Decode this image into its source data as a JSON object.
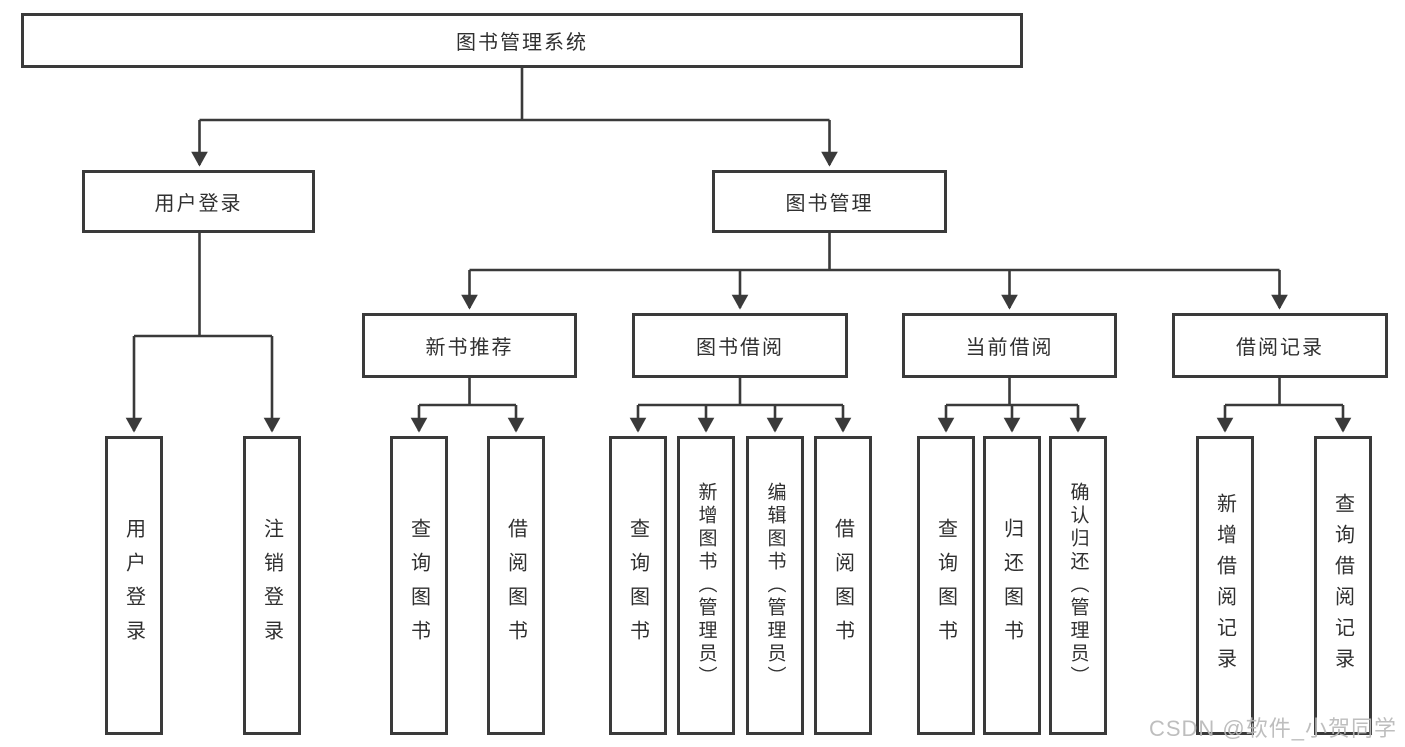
{
  "diagram": {
    "type": "hierarchy-tree",
    "orientation": "top-down",
    "levels": 4
  },
  "nodes": {
    "root": {
      "label": "图书管理系统"
    },
    "user_login": {
      "label": "用户登录"
    },
    "book_mgmt": {
      "label": "图书管理"
    },
    "new_book_rec": {
      "label": "新书推荐"
    },
    "book_borrow": {
      "label": "图书借阅"
    },
    "current_borrow": {
      "label": "当前借阅"
    },
    "borrow_records": {
      "label": "借阅记录"
    },
    "leaf_user_login": {
      "label": "用户登录"
    },
    "leaf_logout": {
      "label": "注销登录"
    },
    "leaf_nbr_query": {
      "label": "查询图书"
    },
    "leaf_nbr_borrow": {
      "label": "借阅图书"
    },
    "leaf_bb_query": {
      "label": "查询图书"
    },
    "leaf_bb_add": {
      "label": "新增图书（管理员）"
    },
    "leaf_bb_edit": {
      "label": "编辑图书（管理员）"
    },
    "leaf_bb_borrow": {
      "label": "借阅图书"
    },
    "leaf_cb_query": {
      "label": "查询图书"
    },
    "leaf_cb_return": {
      "label": "归还图书"
    },
    "leaf_cb_confirm": {
      "label": "确认归还（管理员）"
    },
    "leaf_br_add": {
      "label": "新增借阅记录"
    },
    "leaf_br_query": {
      "label": "查询借阅记录"
    }
  },
  "edges": [
    {
      "from": "root",
      "to": [
        "user_login",
        "book_mgmt"
      ]
    },
    {
      "from": "user_login",
      "to": [
        "leaf_user_login",
        "leaf_logout"
      ]
    },
    {
      "from": "book_mgmt",
      "to": [
        "new_book_rec",
        "book_borrow",
        "current_borrow",
        "borrow_records"
      ]
    },
    {
      "from": "new_book_rec",
      "to": [
        "leaf_nbr_query",
        "leaf_nbr_borrow"
      ]
    },
    {
      "from": "book_borrow",
      "to": [
        "leaf_bb_query",
        "leaf_bb_add",
        "leaf_bb_edit",
        "leaf_bb_borrow"
      ]
    },
    {
      "from": "current_borrow",
      "to": [
        "leaf_cb_query",
        "leaf_cb_return",
        "leaf_cb_confirm"
      ]
    },
    {
      "from": "borrow_records",
      "to": [
        "leaf_br_add",
        "leaf_br_query"
      ]
    }
  ],
  "watermark": {
    "text": "CSDN @软件_小贺同学"
  },
  "colors": {
    "line": "#3a3a3a",
    "box_border": "#3a3a3a",
    "box_fill": "#ffffff",
    "text": "#303030",
    "watermark": "#b9b9b9",
    "background": "#ffffff"
  }
}
